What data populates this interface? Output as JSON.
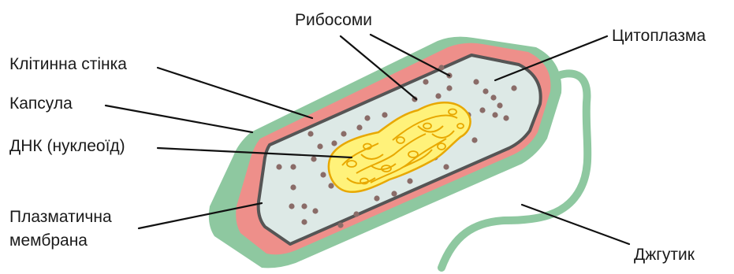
{
  "diagram": {
    "labels": {
      "ribosomes": "Рибосоми",
      "cytoplasm": "Цитоплазма",
      "cell_wall": "Клітинна стінка",
      "capsule": "Капсула",
      "dna": "ДНК (нуклеоїд)",
      "plasma_membrane_line1": "Плазматична",
      "plasma_membrane_line2": "мембрана",
      "flagellum": "Джгутик"
    },
    "colors": {
      "capsule": "#8ec8a0",
      "cell_wall": "#ee8f8a",
      "membrane": "#555555",
      "cytoplasm": "#dde9e6",
      "nucleoid_fill": "#fff27a",
      "nucleoid_outline": "#e8a800",
      "ribosome": "#8a6c68",
      "flagellum": "#8ec8a0"
    }
  }
}
